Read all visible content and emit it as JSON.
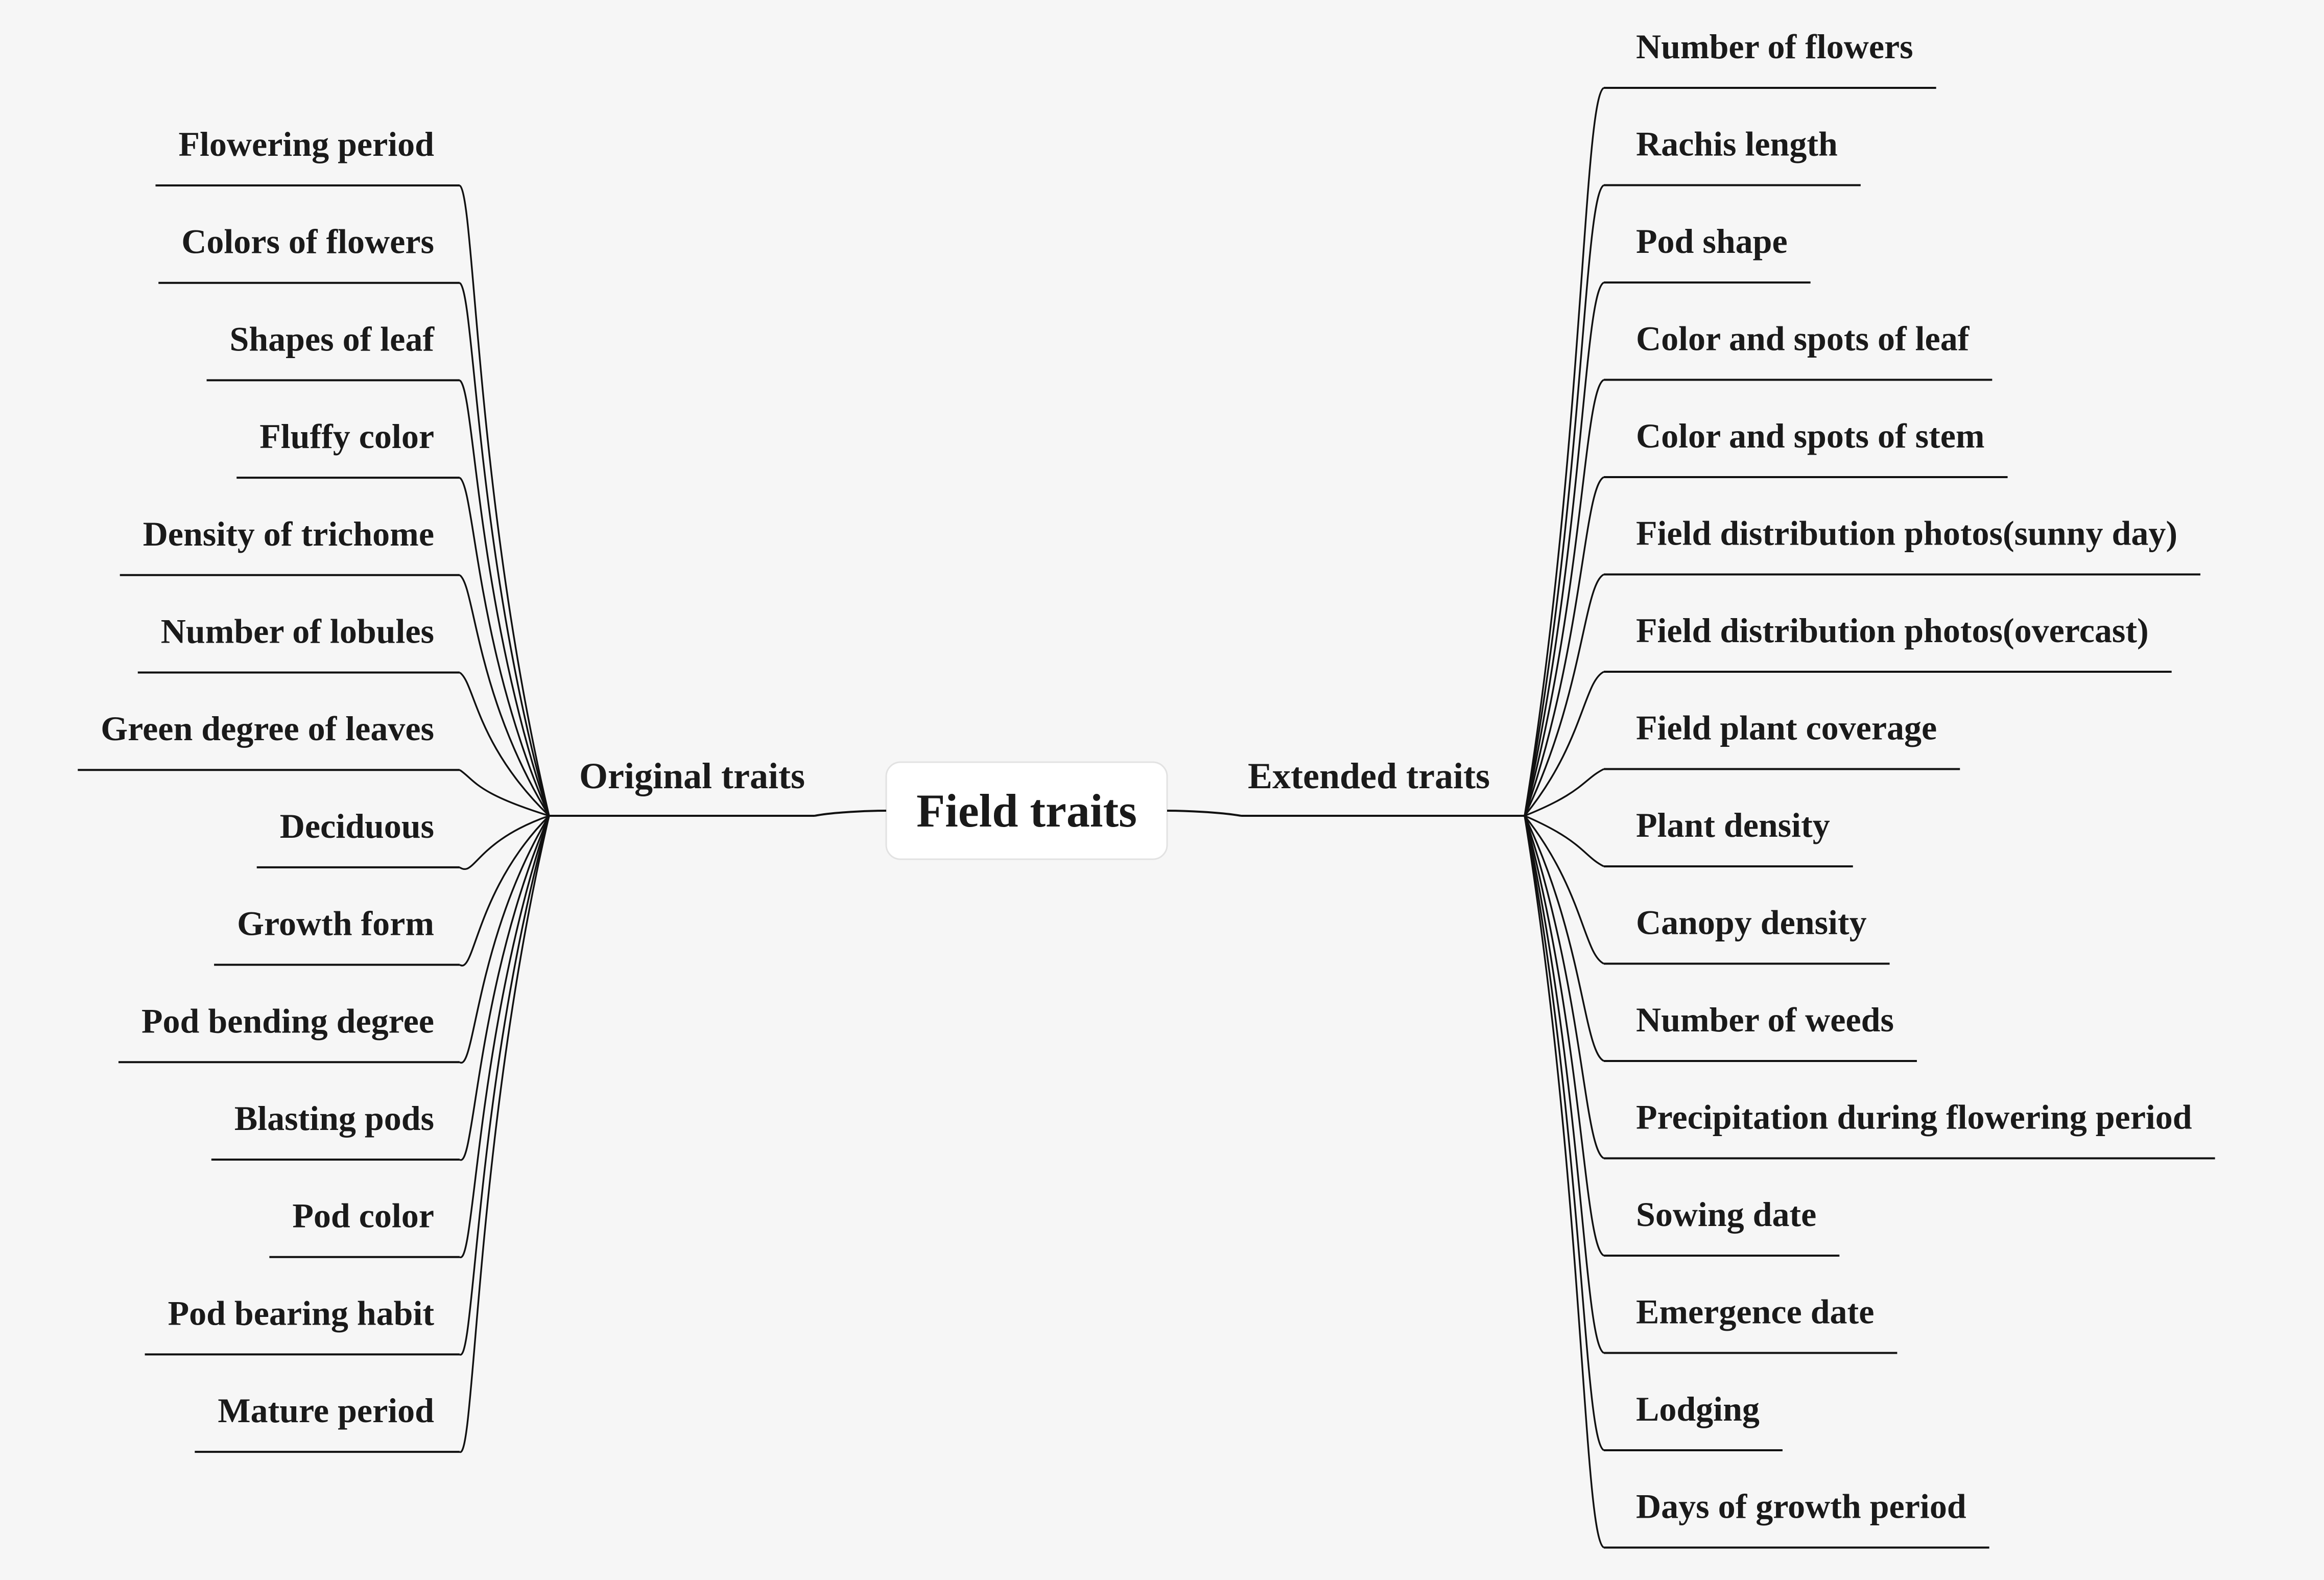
{
  "root": {
    "label": "Field traits"
  },
  "left_branch": {
    "label": "Original traits",
    "items": [
      "Flowering period",
      "Colors of flowers",
      "Shapes of leaf",
      "Fluffy color",
      "Density of trichome",
      "Number of lobules",
      "Green degree of leaves",
      "Deciduous",
      "Growth form",
      "Pod bending degree",
      "Blasting pods",
      "Pod color",
      "Pod bearing habit",
      "Mature period"
    ]
  },
  "right_branch": {
    "label": "Extended traits",
    "items": [
      "Number of flowers",
      "Rachis length",
      "Pod shape",
      "Color and spots of leaf",
      "Color and spots of stem",
      "Field distribution photos(sunny day)",
      "Field distribution photos(overcast)",
      "Field plant coverage",
      "Plant density",
      "Canopy density",
      "Number of weeds",
      "Precipitation during flowering period",
      "Sowing date",
      "Emergence date",
      "Lodging",
      "Days of growth period"
    ]
  },
  "colors": {
    "background": "#f6f6f6",
    "line": "#111111",
    "text": "#1a1a1a",
    "root_box": "#ffffff"
  }
}
